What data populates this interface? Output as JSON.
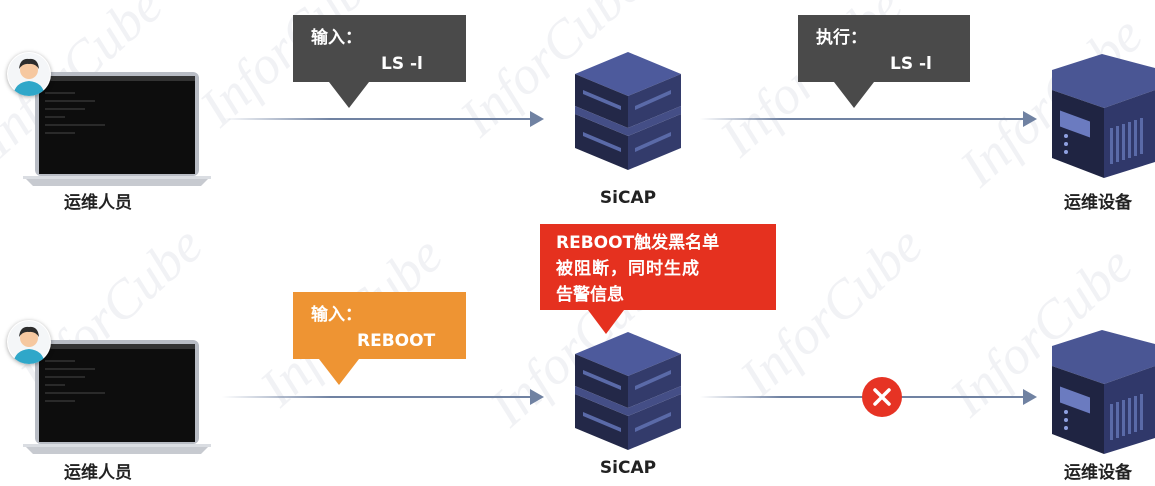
{
  "watermark": "InforCube",
  "row1": {
    "operator_label": "运维人员",
    "sicap_label": "SiCAP",
    "device_label": "运维设备",
    "input_bubble": {
      "line1": "输入：",
      "line2": "LS -l"
    },
    "exec_bubble": {
      "line1": "执行：",
      "line2": "LS -l"
    }
  },
  "row2": {
    "operator_label": "运维人员",
    "sicap_label": "SiCAP",
    "device_label": "运维设备",
    "input_bubble": {
      "line1": "输入：",
      "line2": "REBOOT"
    },
    "alert_bubble": {
      "line1": "REBOOT触发黑名单",
      "line2": "被阻断，同时生成",
      "line3": "告警信息"
    },
    "block_icon": "close-icon"
  },
  "colors": {
    "dark_bubble": "#4a4a4a",
    "orange_bubble": "#ee9433",
    "red_bubble": "#e5311f",
    "arrow": "#7082a2",
    "block": "#e63324"
  }
}
